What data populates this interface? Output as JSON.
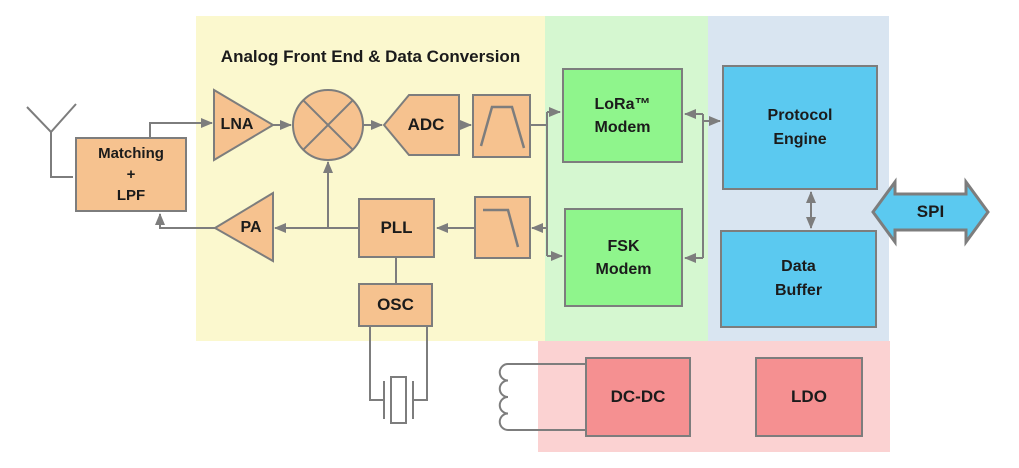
{
  "title": "Analog Front End & Data Conversion",
  "blocks": {
    "matching": "Matching\n+\nLPF",
    "lna": "LNA",
    "pa": "PA",
    "adc": "ADC",
    "pll": "PLL",
    "osc": "OSC",
    "lora_modem": "LoRa™\nModem",
    "fsk_modem": "FSK\nModem",
    "protocol_engine": "Protocol\nEngine",
    "data_buffer": "Data\nBuffer",
    "dcdc": "DC-DC",
    "ldo": "LDO",
    "spi": "SPI"
  },
  "icons": {
    "antenna": "antenna-icon",
    "mixer": "mixer-icon",
    "bandpass_filter": "bandpass-filter-icon",
    "lowpass_filter": "lowpass-filter-icon",
    "crystal": "crystal-resonator-icon",
    "inductor": "inductor-icon",
    "spi_arrow": "bidirectional-bus-arrow-icon"
  },
  "colors": {
    "afe_bg": "#FBF8CE",
    "modem_bg": "#D5F7D0",
    "digital_bg": "#D9E5F1",
    "power_bg": "#FBD2D2",
    "analog_block": "#F6C28F",
    "modem_block": "#8FF58C",
    "digital_block": "#5BC9F0",
    "power_block": "#F59091",
    "line": "#7d7d7d",
    "text": "#1b1b1b"
  }
}
